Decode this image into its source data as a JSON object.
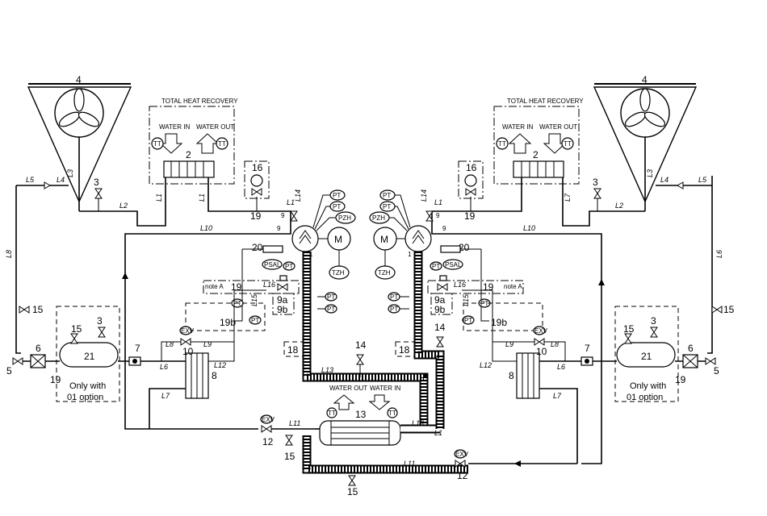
{
  "title_heat_recovery_left": "TOTAL HEAT RECOVERY",
  "title_heat_recovery_right": "TOTAL HEAT RECOVERY",
  "water_in": "WATER IN",
  "water_out": "WATER OUT",
  "evap_water_out": "WATER OUT",
  "evap_water_in": "WATER IN",
  "note_a": "note A",
  "only_with_line1": "Only with",
  "only_with_line2": "01 option",
  "instruments": {
    "pt": "PT",
    "tt": "TT",
    "pzh": "PZH",
    "tzh": "TZH",
    "psal": "PSAL",
    "exv": "EXV",
    "motor": "M"
  },
  "numbers": {
    "fan": "4",
    "hr_exchanger": "2",
    "safety_valve": "3",
    "gauge": "16",
    "service_valve": "19",
    "valve_9": "9",
    "compressor": "1",
    "gauge_20": "20",
    "valve_9a": "9a",
    "valve_9b": "9b",
    "valve_19b": "19b",
    "receiver": "21",
    "valve_15": "15",
    "filter": "6",
    "valve_5": "5",
    "sight_glass": "7",
    "exv_10": "10",
    "economizer": "8",
    "box_18": "18",
    "valve_14": "14",
    "evaporator": "13",
    "exv_12": "12",
    "valve_19": "19",
    "asterisk": "*"
  },
  "lines": {
    "l1": "L1",
    "l2": "L2",
    "l3": "L3",
    "l4": "L4",
    "l5": "L5",
    "l6": "L6",
    "l7": "L7",
    "l8": "L8",
    "l9": "L9",
    "l10": "L10",
    "l11": "L11",
    "l12": "L12",
    "l13": "L13",
    "l14": "L14",
    "l15": "L15",
    "l16": "L16"
  }
}
